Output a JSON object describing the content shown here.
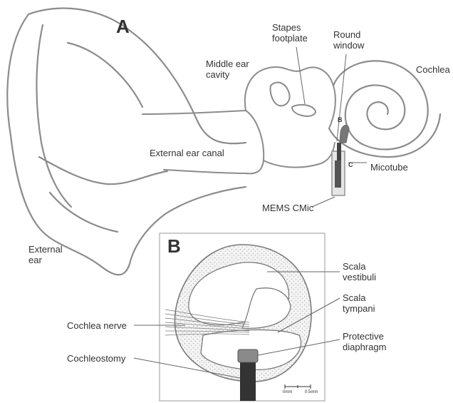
{
  "panels": {
    "a": "A",
    "b": "B"
  },
  "labels": {
    "stapes_footplate": [
      "Stapes",
      "footplate"
    ],
    "round_window": [
      "Round",
      "window"
    ],
    "cochlea": "Cochlea",
    "middle_ear_cavity": [
      "Middle ear",
      "cavity"
    ],
    "external_ear_canal": "External ear canal",
    "micotube": "Micotube",
    "mems_cmic": "MEMS CMic",
    "external_ear": [
      "External",
      "ear"
    ],
    "scala_vestibuli": [
      "Scala",
      "vestibuli"
    ],
    "scala_tympani": [
      "Scala",
      "tympani"
    ],
    "cochlea_nerve": "Cochlea nerve",
    "protective_diaphragm": [
      "Protective",
      "diaphragm"
    ],
    "cochleostomy": "Cochleostomy"
  },
  "markers": {
    "b": "B",
    "c": "C"
  },
  "scale_bar": {
    "start": "0mm",
    "end": "0.5mm"
  },
  "colors": {
    "outline": "#8c8c8c",
    "text": "#333333",
    "tube": "#444444",
    "stipple": "#bdbdbd"
  }
}
